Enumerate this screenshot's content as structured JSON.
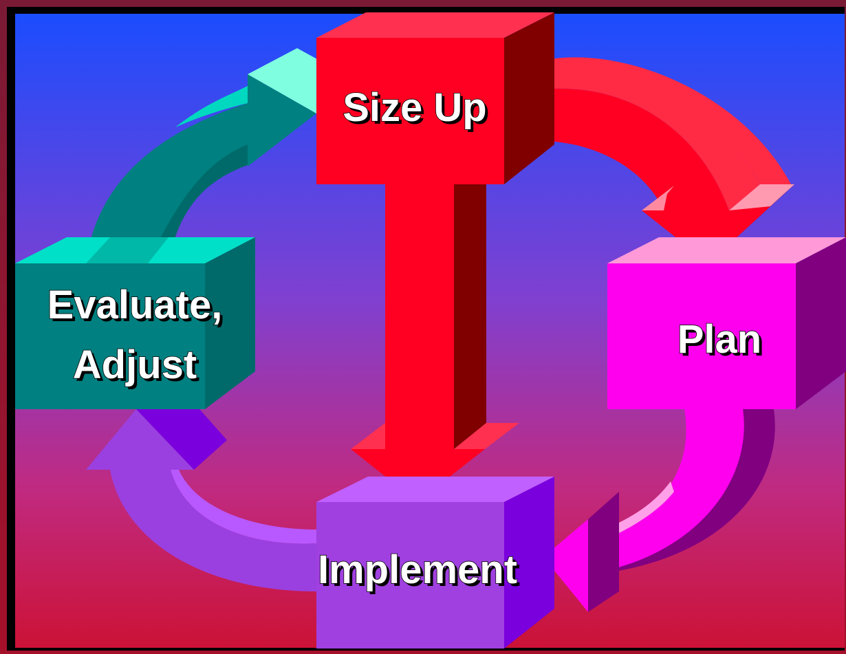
{
  "diagram": {
    "nodes": {
      "size_up": {
        "label": "Size Up"
      },
      "plan": {
        "label": "Plan"
      },
      "implement": {
        "label": "Implement"
      },
      "evaluate": {
        "label_line1": "Evaluate,",
        "label_line2": "Adjust"
      }
    }
  },
  "colors": {
    "background_top": "#1b4dfe",
    "background_bottom": "#cc1236",
    "frame": "#8a0f24",
    "size_up": "#ff0022",
    "plan": "#ff00ee",
    "implement": "#a040e0",
    "evaluate": "#008080"
  }
}
